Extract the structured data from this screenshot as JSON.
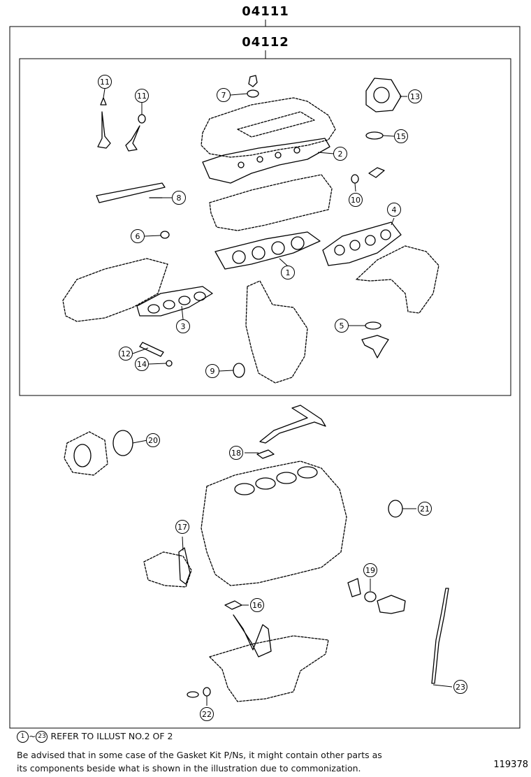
{
  "header": {
    "outer_part_no": "04111",
    "inner_part_no": "04112"
  },
  "callouts": [
    {
      "id": "c1",
      "label": "1"
    },
    {
      "id": "c2",
      "label": "2"
    },
    {
      "id": "c3",
      "label": "3"
    },
    {
      "id": "c4",
      "label": "4"
    },
    {
      "id": "c5",
      "label": "5"
    },
    {
      "id": "c6",
      "label": "6"
    },
    {
      "id": "c7",
      "label": "7"
    },
    {
      "id": "c8",
      "label": "8"
    },
    {
      "id": "c9",
      "label": "9"
    },
    {
      "id": "c10",
      "label": "10"
    },
    {
      "id": "c11a",
      "label": "11"
    },
    {
      "id": "c11b",
      "label": "11"
    },
    {
      "id": "c12",
      "label": "12"
    },
    {
      "id": "c13",
      "label": "13"
    },
    {
      "id": "c14",
      "label": "14"
    },
    {
      "id": "c15",
      "label": "15"
    },
    {
      "id": "c16",
      "label": "16"
    },
    {
      "id": "c17",
      "label": "17"
    },
    {
      "id": "c18",
      "label": "18"
    },
    {
      "id": "c19",
      "label": "19"
    },
    {
      "id": "c20",
      "label": "20"
    },
    {
      "id": "c21",
      "label": "21"
    },
    {
      "id": "c22",
      "label": "22"
    },
    {
      "id": "c23",
      "label": "23"
    }
  ],
  "footer": {
    "range_from": "1",
    "range_sep": "~",
    "range_to": "23",
    "refer_text": "REFER TO ILLUST NO.2 OF 2",
    "note_line1": "Be advised that in some case of the Gasket Kit P/Ns,  it might contain other parts as",
    "note_line2": "its components beside what is shown in the illustration due to commonization.",
    "drawing_number": "119378"
  }
}
